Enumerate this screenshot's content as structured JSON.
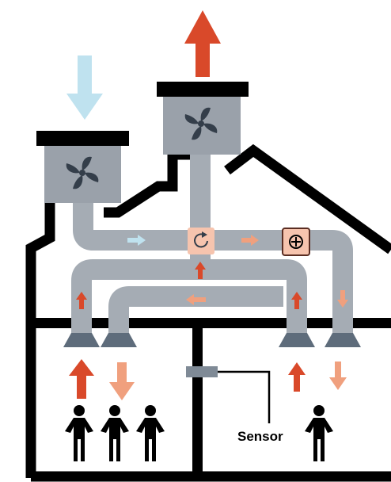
{
  "labels": {
    "sensor": "Sensor"
  },
  "colors": {
    "duct": "#a5acb4",
    "fan_box": "#9aa1aa",
    "fan_blade": "#343e4a",
    "outline": "#000000",
    "exhaust_arrow": "#d9492a",
    "supply_arrow": "#f0a07e",
    "fresh_air_arrow": "#bfe2ef",
    "recovery_box": "#f6c4ae",
    "diffuser": "#5e6c7b",
    "sensor_body": "#7f8a96"
  },
  "icons": {
    "recirculation": "circular-arrow-icon",
    "heater": "circled-plus-icon",
    "fan": "fan-icon",
    "person": "person-icon"
  },
  "occupancy": {
    "left_room_people": 3,
    "right_room_people": 1
  }
}
